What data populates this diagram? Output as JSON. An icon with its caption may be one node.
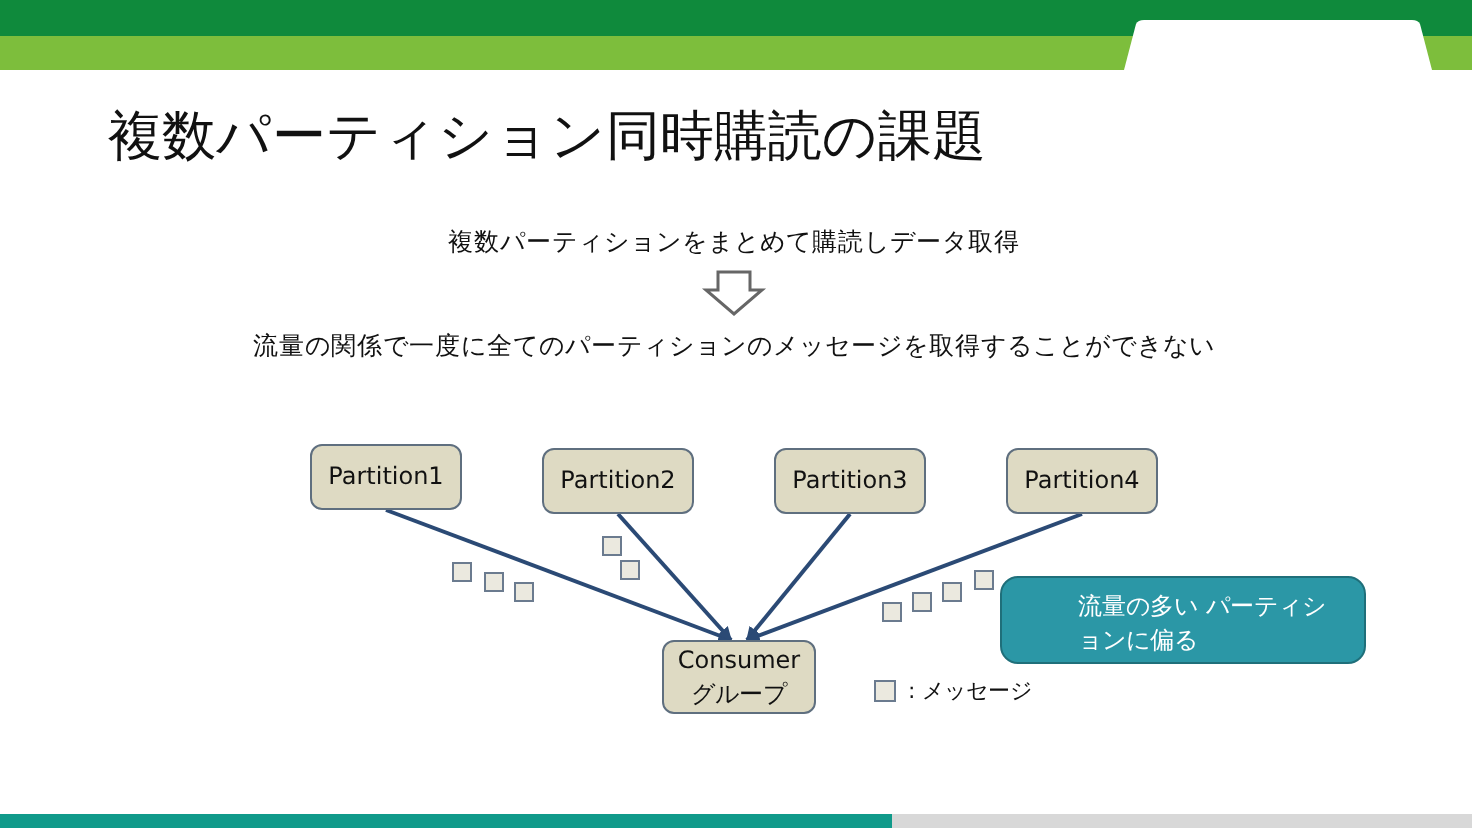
{
  "diagram": {
    "title": "複数パーティション同時購読の課題",
    "nodes": [
      {
        "text": [
          "複数パーティションをまとめて購読しデータ取得"
        ]
      },
      {
        "text": [
          "流量の関係で一度に全てのパーティションのメッセージを取得することができない"
        ]
      },
      {
        "text": [
          "Partition1"
        ]
      },
      {
        "text": [
          "Partition2"
        ]
      },
      {
        "text": [
          "Partition3"
        ]
      },
      {
        "text": [
          "Partition4"
        ]
      },
      {
        "text": [
          "Consumer グループ"
        ]
      },
      {
        "text": [
          "流量の多い パーティションに偏る"
        ]
      }
    ],
    "edges": [
      {
        "from": 0,
        "to": 1,
        "arrow": "to",
        "style": "thick"
      },
      {
        "from": 2,
        "to": 6,
        "arrow": "to"
      },
      {
        "from": 3,
        "to": 6,
        "arrow": "to"
      },
      {
        "from": 4,
        "to": 6,
        "arrow": "to"
      },
      {
        "from": 5,
        "to": 6,
        "arrow": "to"
      }
    ],
    "legend": [
      {
        "text": ": メッセージ"
      }
    ]
  }
}
